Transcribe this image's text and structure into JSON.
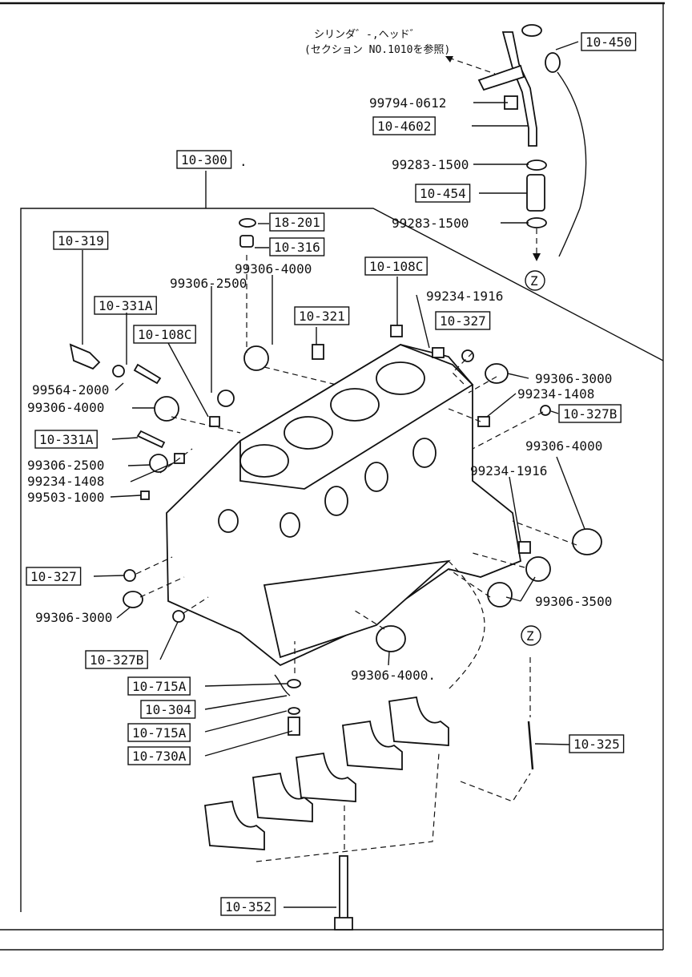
{
  "diagram": {
    "note_line1": "シリンダ゛-,ヘッド゛",
    "note_line2": "(セクション NO.1010を参照)",
    "zone_marker": "Z",
    "boxed_labels": [
      {
        "id": "b_10_450",
        "text": "10-450"
      },
      {
        "id": "b_10_4602",
        "text": "10-4602"
      },
      {
        "id": "b_10_454",
        "text": "10-454"
      },
      {
        "id": "b_10_300",
        "text": "10-300"
      },
      {
        "id": "b_18_201",
        "text": "18-201"
      },
      {
        "id": "b_10_316",
        "text": "10-316"
      },
      {
        "id": "b_10_319",
        "text": "10-319"
      },
      {
        "id": "b_10_108c_top",
        "text": "10-108C"
      },
      {
        "id": "b_10_331a_top",
        "text": "10-331A"
      },
      {
        "id": "b_10_321",
        "text": "10-321"
      },
      {
        "id": "b_10_327_top",
        "text": "10-327"
      },
      {
        "id": "b_10_108c_left",
        "text": "10-108C"
      },
      {
        "id": "b_10_327b_right",
        "text": "10-327B"
      },
      {
        "id": "b_10_331a_left",
        "text": "10-331A"
      },
      {
        "id": "b_10_327_left",
        "text": "10-327"
      },
      {
        "id": "b_10_327b_left",
        "text": "10-327B"
      },
      {
        "id": "b_10_715a_1",
        "text": "10-715A"
      },
      {
        "id": "b_10_304",
        "text": "10-304"
      },
      {
        "id": "b_10_715a_2",
        "text": "10-715A"
      },
      {
        "id": "b_10_730a",
        "text": "10-730A"
      },
      {
        "id": "b_10_325",
        "text": "10-325"
      },
      {
        "id": "b_10_352",
        "text": "10-352"
      }
    ],
    "part_numbers": [
      {
        "id": "p_99794_0612",
        "text": "99794-0612"
      },
      {
        "id": "p_99283_1500_a",
        "text": "99283-1500"
      },
      {
        "id": "p_99283_1500_b",
        "text": "99283-1500"
      },
      {
        "id": "p_99306_4000_top",
        "text": "99306-4000"
      },
      {
        "id": "p_99306_2500_top",
        "text": "99306-2500"
      },
      {
        "id": "p_99234_1916_top",
        "text": "99234-1916"
      },
      {
        "id": "p_99306_3000_right",
        "text": "99306-3000"
      },
      {
        "id": "p_99234_1408_right",
        "text": "99234-1408"
      },
      {
        "id": "p_99564_2000",
        "text": "99564-2000"
      },
      {
        "id": "p_99306_4000_left",
        "text": "99306-4000"
      },
      {
        "id": "p_99306_4000_right",
        "text": "99306-4000"
      },
      {
        "id": "p_99306_2500_left",
        "text": "99306-2500"
      },
      {
        "id": "p_99234_1408_left",
        "text": "99234-1408"
      },
      {
        "id": "p_99234_1916_right",
        "text": "99234-1916"
      },
      {
        "id": "p_99503_1000",
        "text": "99503-1000"
      },
      {
        "id": "p_99306_3500",
        "text": "99306-3500"
      },
      {
        "id": "p_99306_3000_left",
        "text": "99306-3000"
      },
      {
        "id": "p_99306_4000_bottom",
        "text": "99306-4000."
      }
    ],
    "trailing_dot": "."
  }
}
